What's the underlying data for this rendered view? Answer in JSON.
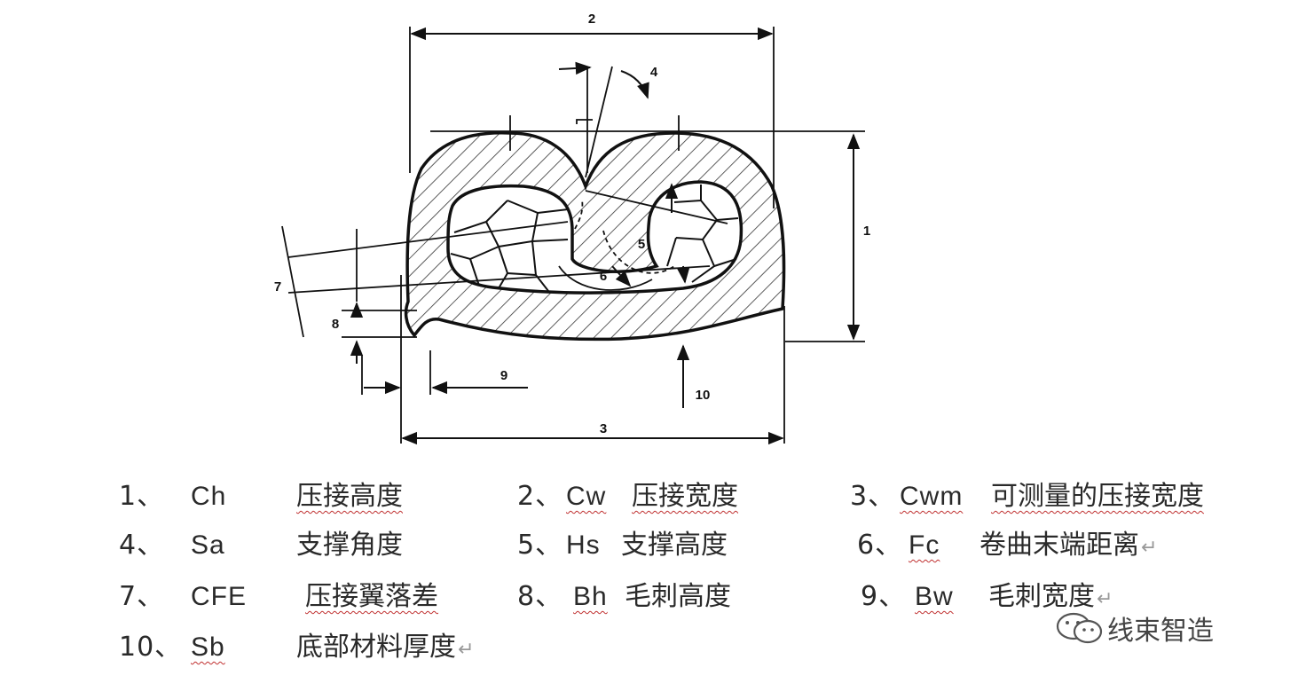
{
  "diagram": {
    "labels": [
      "1",
      "2",
      "3",
      "4",
      "5",
      "6",
      "7",
      "8",
      "9",
      "10"
    ]
  },
  "legend": [
    {
      "num": "1、",
      "abbr": "Ch",
      "desc": "压接高度"
    },
    {
      "num": "2、",
      "abbr": "Cw",
      "desc": "压接宽度"
    },
    {
      "num": "3、",
      "abbr": "Cwm",
      "desc": "可测量的压接宽度"
    },
    {
      "num": "4、",
      "abbr": "Sa",
      "desc": "支撑角度"
    },
    {
      "num": "5、",
      "abbr": "Hs",
      "desc": "支撑高度"
    },
    {
      "num": "6、",
      "abbr": "Fc",
      "desc": "卷曲末端距离"
    },
    {
      "num": "7、",
      "abbr": "CFE",
      "desc": "压接翼落差"
    },
    {
      "num": "8、",
      "abbr": "Bh",
      "desc": "毛刺高度"
    },
    {
      "num": "9、",
      "abbr": "Bw",
      "desc": "毛刺宽度"
    },
    {
      "num": "10、",
      "abbr": "Sb",
      "desc": "底部材料厚度"
    }
  ],
  "watermark": {
    "icon": "wechat-icon",
    "text": "线束智造"
  },
  "colors": {
    "line": "#111111",
    "hatch": "#333333",
    "text": "#2a2a2a",
    "squiggle": "#c03030"
  }
}
